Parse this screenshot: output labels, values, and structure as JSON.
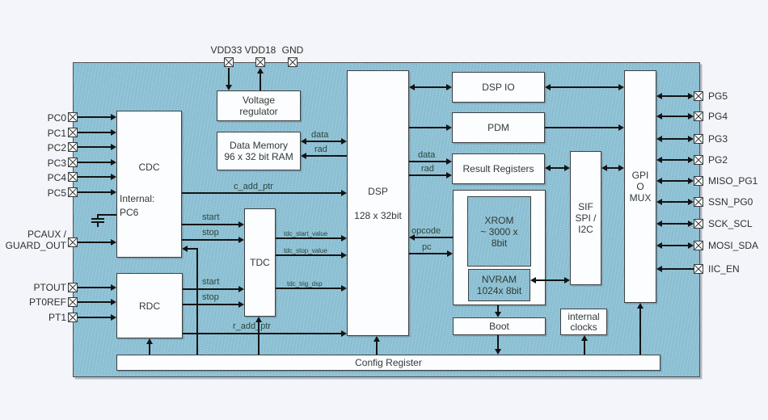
{
  "pins": {
    "top": [
      "VDD33",
      "VDD18",
      "GND"
    ],
    "left": [
      "PC0",
      "PC1",
      "PC2",
      "PC3",
      "PC4",
      "PC5"
    ],
    "pcaux": [
      "PCAUX /",
      "GUARD_OUT"
    ],
    "pt": [
      "PTOUT",
      "PT0REF",
      "PT1"
    ],
    "right": [
      "PG5",
      "PG4",
      "PG3",
      "PG2",
      "MISO_PG1",
      "SSN_PG0",
      "SCK_SCL",
      "MOSI_SDA",
      "IIC_EN"
    ]
  },
  "blocks": {
    "cdc": {
      "label": "CDC",
      "internal": [
        "Internal:",
        "PC6"
      ]
    },
    "rdc": {
      "label": "RDC"
    },
    "tdc": {
      "label": "TDC"
    },
    "dsp": {
      "lines": [
        "DSP",
        "128 x 32bit"
      ]
    },
    "voltage_regulator": {
      "lines": [
        "Voltage",
        "regulator"
      ]
    },
    "data_memory": {
      "lines": [
        "Data Memory",
        "96 x 32 bit RAM"
      ]
    },
    "dsp_io": {
      "label": "DSP IO"
    },
    "pdm": {
      "label": "PDM"
    },
    "result_registers": {
      "label": "Result Registers"
    },
    "xrom": {
      "lines": [
        "XROM",
        "~ 3000 x",
        "8bit"
      ]
    },
    "nvram": {
      "lines": [
        "NVRAM",
        "1024x 8bit"
      ]
    },
    "boot": {
      "label": "Boot"
    },
    "sif": {
      "lines": [
        "SIF",
        "SPI /",
        "I2C"
      ]
    },
    "internal_clocks": {
      "lines": [
        "internal",
        "clocks"
      ]
    },
    "gpio_mux": {
      "lines": [
        "GPI",
        "O",
        "MUX"
      ]
    },
    "config_register": {
      "label": "Config Register"
    }
  },
  "signals": {
    "c_add_ptr": "c_add_ptr",
    "r_add_ptr": "r_add_ptr",
    "start": "start",
    "stop": "stop",
    "tdc_start_value": "tdc_start_value",
    "tdc_stop_value": "tdc_stop_value",
    "tdc_trig_dsp": "tdc_trig_dsp",
    "data": "data",
    "rad": "rad",
    "opcode": "opcode",
    "pc": "pc"
  },
  "colors": {
    "chip_fill": "#8ec2d6",
    "block_fill": "#fcfdff",
    "line": "#141414",
    "page_bg": "#f4f5fa"
  }
}
